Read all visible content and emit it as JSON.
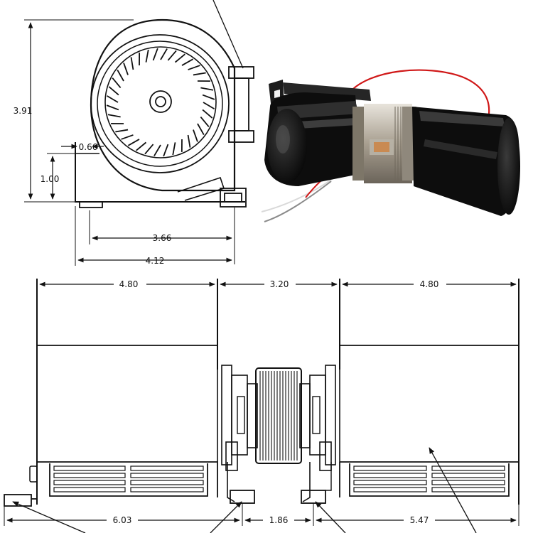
{
  "side_view": {
    "dims": {
      "height": "3.91",
      "offset": "0.66",
      "foot_height": "1.00",
      "inner_width": "3.66",
      "overall_width": "4.12"
    }
  },
  "front_view": {
    "dims": {
      "left_housing": "4.80",
      "motor_gap": "3.20",
      "right_housing": "4.80",
      "left_mount": "6.03",
      "mount_spacing": "1.86",
      "right_mount": "5.47"
    }
  },
  "photo": {
    "subject": "twin-blower-fan-with-center-motor",
    "housing_color": "#0d0d0d",
    "motor_color": "#b8b2a6",
    "wire_color": "#d01818"
  }
}
